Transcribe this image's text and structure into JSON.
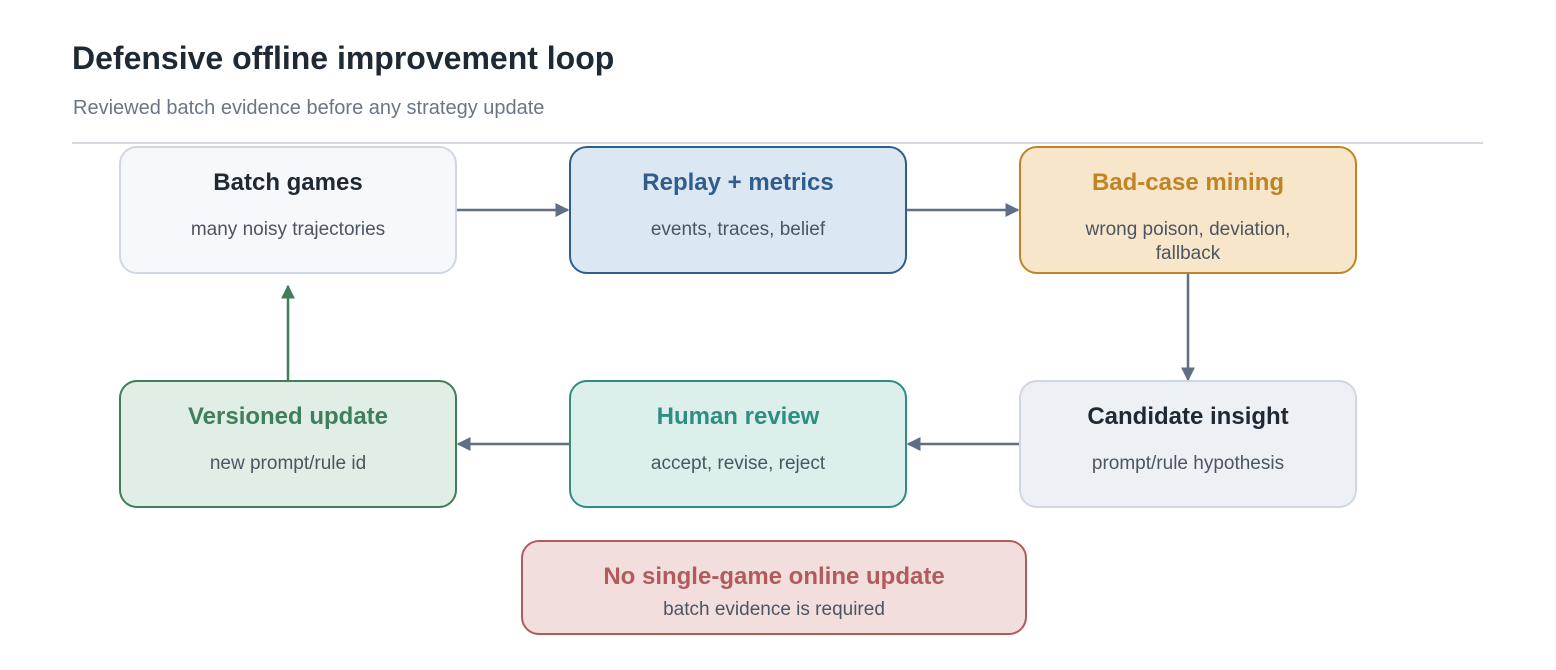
{
  "header": {
    "title": "Defensive offline improvement loop",
    "subtitle": "Reviewed batch evidence before any strategy update"
  },
  "nodes": {
    "batch_games": {
      "title": "Batch games",
      "subtitle": "many noisy trajectories"
    },
    "replay_metrics": {
      "title": "Replay + metrics",
      "subtitle": "events, traces, belief"
    },
    "bad_case_mining": {
      "title": "Bad-case mining",
      "subtitle": "wrong poison, deviation, fallback"
    },
    "candidate_insight": {
      "title": "Candidate insight",
      "subtitle": "prompt/rule hypothesis"
    },
    "human_review": {
      "title": "Human review",
      "subtitle": "accept, revise, reject"
    },
    "versioned_update": {
      "title": "Versioned update",
      "subtitle": "new prompt/rule id"
    }
  },
  "note": {
    "title": "No single-game online update",
    "subtitle": "batch evidence is required"
  },
  "colors": {
    "connector": "#5f6f86",
    "connector_feedback": "#3f7f5a",
    "replay_accent": "#2f5e8e",
    "mining_accent": "#c08425",
    "review_accent": "#2e8e80",
    "update_accent": "#3f7f5a",
    "warning_accent": "#b35a5c"
  }
}
